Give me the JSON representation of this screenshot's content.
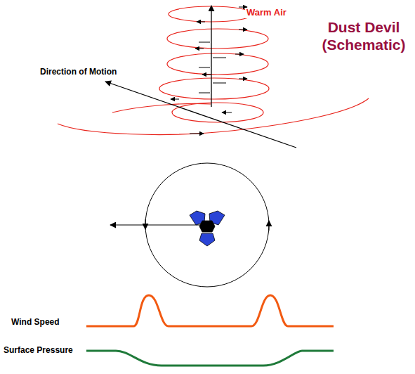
{
  "diagram": {
    "title": "Dust Devil (Schematic)",
    "labels": [
      "Warm Air",
      "Direction of Motion",
      "Wind Speed",
      "Surface Pressure"
    ]
  }
}
